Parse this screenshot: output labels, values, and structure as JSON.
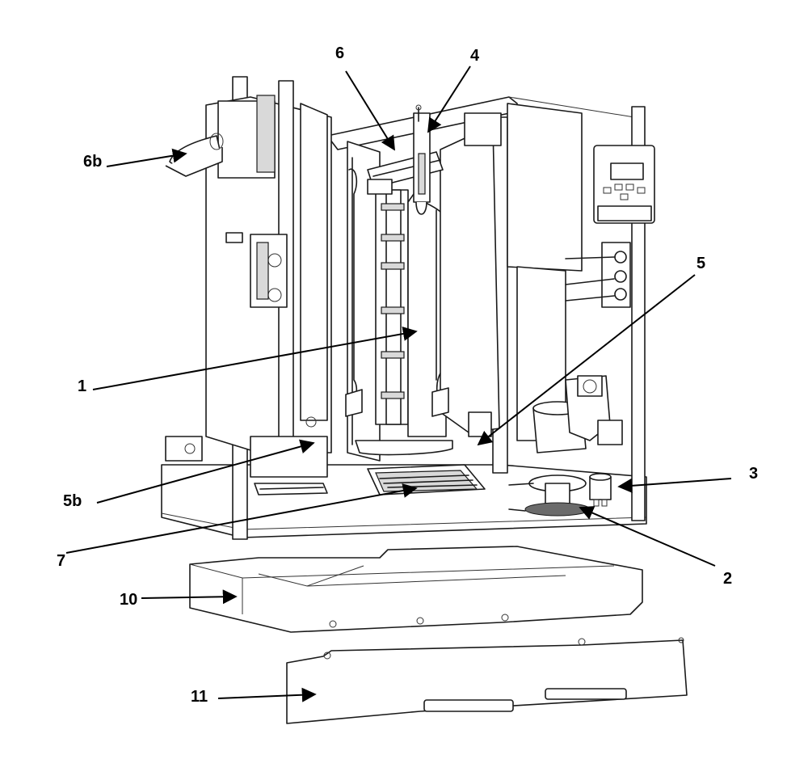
{
  "figure": {
    "callouts": [
      {
        "id": "c1",
        "label": "1"
      },
      {
        "id": "c2",
        "label": "2"
      },
      {
        "id": "c3",
        "label": "3"
      },
      {
        "id": "c4",
        "label": "4"
      },
      {
        "id": "c5",
        "label": "5"
      },
      {
        "id": "c5b",
        "label": "5b"
      },
      {
        "id": "c6",
        "label": "6"
      },
      {
        "id": "c6b",
        "label": "6b"
      },
      {
        "id": "c7",
        "label": "7"
      },
      {
        "id": "c10",
        "label": "10"
      },
      {
        "id": "c11",
        "label": "11"
      }
    ],
    "colors": {
      "line": "#1a1a1a",
      "fill": "#ffffff",
      "shade": "#d9d9d9",
      "dark": "#6b6b6b"
    }
  }
}
